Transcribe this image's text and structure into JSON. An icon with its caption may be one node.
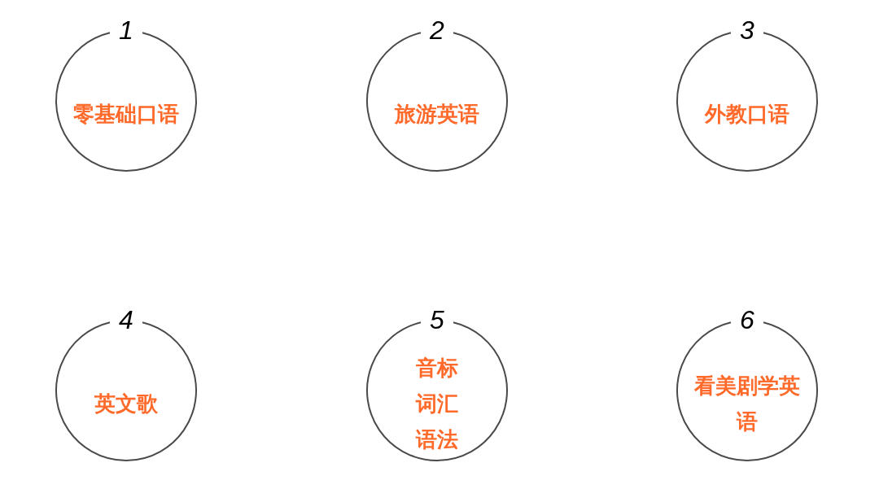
{
  "diagram": {
    "nodes": [
      {
        "text": [
          "1",
          "零基础口语"
        ]
      },
      {
        "text": [
          "2",
          "旅游英语"
        ]
      },
      {
        "text": [
          "3",
          "外教口语"
        ]
      },
      {
        "text": [
          "4",
          "英文歌"
        ]
      },
      {
        "text": [
          "5",
          "音标词汇语法"
        ]
      },
      {
        "text": [
          "6",
          "看美剧学英语"
        ]
      }
    ]
  }
}
